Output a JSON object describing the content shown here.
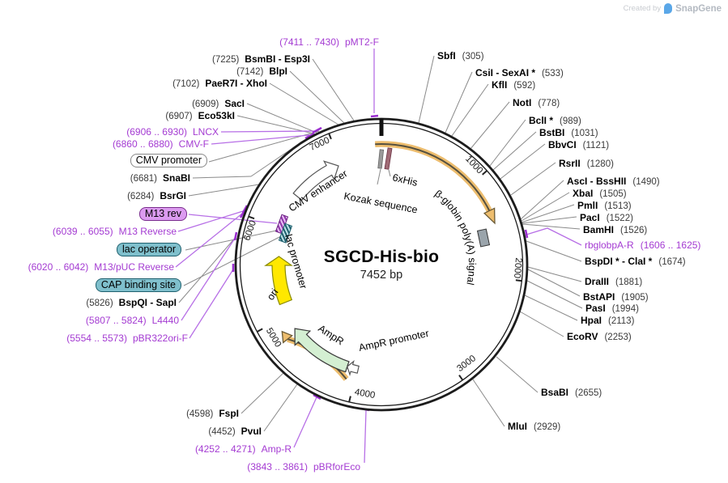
{
  "branding": {
    "created_by": "Created by",
    "brand": "SnapGene"
  },
  "plasmid": {
    "name": "SGCD-His-bio",
    "size": "7452 bp"
  },
  "colors": {
    "ring": "#1C1C1C",
    "enzyme_text": "#000000",
    "position_text": "#3A3A3A",
    "primer": "#A43BD2",
    "primer_line": "#B76FE6",
    "callout_line": "#888888",
    "orf_band": "#EDBD6E",
    "orf_core": "#55503F",
    "ampr_fill": "#D4EFD2",
    "ori_fill": "#FFE800",
    "polya_box": "#9AA4AB",
    "violet_box": "#DC9BF0",
    "teal_box": "#7FBFCC",
    "hollow_arrow": "#FFFFFF"
  },
  "ticks": [
    {
      "label": "1000"
    },
    {
      "label": "2000"
    },
    {
      "label": "3000"
    },
    {
      "label": "4000"
    },
    {
      "label": "5000"
    },
    {
      "label": "6000"
    },
    {
      "label": "7000"
    }
  ],
  "features": {
    "cmv_enhancer": "CMV enhancer",
    "kozak": "Kozak sequence",
    "his6": "6xHis",
    "bglobin_polya": "β-globin poly(A) signal",
    "lac_promoter": "lac promoter",
    "ori": "ori",
    "ampr": "AmpR",
    "ampr_promoter": "AmpR promoter"
  },
  "left": [
    {
      "type": "primer",
      "pos": "(7411 .. 7430)",
      "name": "pMT2-F"
    },
    {
      "type": "enzyme",
      "pos": "(7225)",
      "name": "BsmBI - Esp3I"
    },
    {
      "type": "enzyme",
      "pos": "(7142)",
      "name": "BlpI"
    },
    {
      "type": "enzyme",
      "pos": "(7102)",
      "name": "PaeR7I - XhoI"
    },
    {
      "type": "enzyme",
      "pos": "(6909)",
      "name": "SacI"
    },
    {
      "type": "enzyme",
      "pos": "(6907)",
      "name": "Eco53kI"
    },
    {
      "type": "primer",
      "pos": "(6906 .. 6930)",
      "name": "LNCX"
    },
    {
      "type": "primer",
      "pos": "(6860 .. 6880)",
      "name": "CMV-F"
    },
    {
      "type": "box",
      "name": "CMV promoter"
    },
    {
      "type": "enzyme",
      "pos": "(6681)",
      "name": "SnaBI"
    },
    {
      "type": "enzyme",
      "pos": "(6284)",
      "name": "BsrGI"
    },
    {
      "type": "box",
      "name": "M13 rev"
    },
    {
      "type": "primer",
      "pos": "(6039 .. 6055)",
      "name": "M13 Reverse"
    },
    {
      "type": "box",
      "name": "lac operator"
    },
    {
      "type": "primer",
      "pos": "(6020 .. 6042)",
      "name": "M13/pUC Reverse"
    },
    {
      "type": "box",
      "name": "CAP binding site"
    },
    {
      "type": "enzyme",
      "pos": "(5826)",
      "name": "BspQI - SapI"
    },
    {
      "type": "primer",
      "pos": "(5807 .. 5824)",
      "name": "L4440"
    },
    {
      "type": "primer",
      "pos": "(5554 .. 5573)",
      "name": "pBR322ori-F"
    },
    {
      "type": "enzyme",
      "pos": "(4598)",
      "name": "FspI"
    },
    {
      "type": "enzyme",
      "pos": "(4452)",
      "name": "PvuI"
    },
    {
      "type": "primer",
      "pos": "(4252 .. 4271)",
      "name": "Amp-R"
    },
    {
      "type": "primer",
      "pos": "(3843 .. 3861)",
      "name": "pBRforEco"
    }
  ],
  "right": [
    {
      "type": "enzyme",
      "name": "SbfI",
      "pos": "(305)"
    },
    {
      "type": "enzyme",
      "name": "CsiI - SexAI *",
      "pos": "(533)"
    },
    {
      "type": "enzyme",
      "name": "KflI",
      "pos": "(592)"
    },
    {
      "type": "enzyme",
      "name": "NotI",
      "pos": "(778)"
    },
    {
      "type": "enzyme",
      "name": "BclI *",
      "pos": "(989)"
    },
    {
      "type": "enzyme",
      "name": "BstBI",
      "pos": "(1031)"
    },
    {
      "type": "enzyme",
      "name": "BbvCI",
      "pos": "(1121)"
    },
    {
      "type": "enzyme",
      "name": "RsrII",
      "pos": "(1280)"
    },
    {
      "type": "enzyme",
      "name": "AscI - BssHII",
      "pos": "(1490)"
    },
    {
      "type": "enzyme",
      "name": "XbaI",
      "pos": "(1505)"
    },
    {
      "type": "enzyme",
      "name": "PmlI",
      "pos": "(1513)"
    },
    {
      "type": "enzyme",
      "name": "PacI",
      "pos": "(1522)"
    },
    {
      "type": "enzyme",
      "name": "BamHI",
      "pos": "(1526)"
    },
    {
      "type": "primer",
      "name": "rbglobpA-R",
      "pos": "(1606 .. 1625)"
    },
    {
      "type": "enzyme",
      "name": "BspDI * - ClaI *",
      "pos": "(1674)"
    },
    {
      "type": "enzyme",
      "name": "DraIII",
      "pos": "(1881)"
    },
    {
      "type": "enzyme",
      "name": "BstAPI",
      "pos": "(1905)"
    },
    {
      "type": "enzyme",
      "name": "PasI",
      "pos": "(1994)"
    },
    {
      "type": "enzyme",
      "name": "HpaI",
      "pos": "(2113)"
    },
    {
      "type": "enzyme",
      "name": "EcoRV",
      "pos": "(2253)"
    },
    {
      "type": "enzyme",
      "name": "BsaBI",
      "pos": "(2655)"
    },
    {
      "type": "enzyme",
      "name": "MluI",
      "pos": "(2929)"
    }
  ]
}
